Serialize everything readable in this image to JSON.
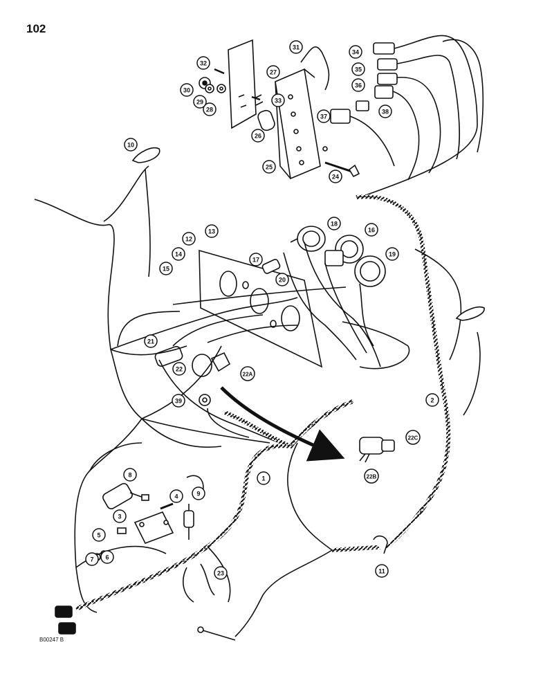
{
  "page_number": "102",
  "figure_code": "B00247 B",
  "callouts": [
    "1",
    "2",
    "3",
    "4",
    "5",
    "6",
    "7",
    "8",
    "9",
    "10",
    "11",
    "12",
    "13",
    "14",
    "15",
    "16",
    "17",
    "18",
    "19",
    "20",
    "21",
    "22",
    "22A",
    "22B",
    "22C",
    "23",
    "24",
    "25",
    "26",
    "27",
    "28",
    "29",
    "30",
    "31",
    "32",
    "33",
    "34",
    "35",
    "36",
    "37",
    "38",
    "39"
  ]
}
